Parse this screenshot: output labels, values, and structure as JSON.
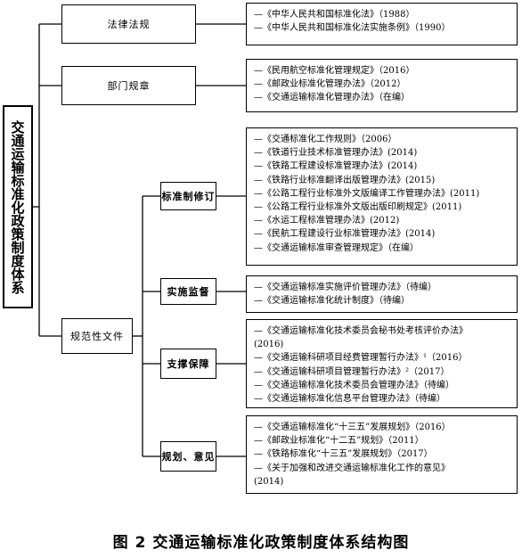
{
  "root": "交通运输标准化政策制度体系",
  "level1": {
    "laws": "法律法规",
    "rules": "部门规章",
    "norms": "规范性文件"
  },
  "level2": {
    "making": "标准制修订",
    "supervision": "实施监督",
    "support": "支撑保障",
    "planning": "规划、意见"
  },
  "laws_items": [
    "—《中华人民共和国标准化法》（1988）",
    "—《中华人民共和国标准化法实施条例》（1990）"
  ],
  "rules_items": [
    "—《民用航空标准化管理规定》（2016）",
    "—《邮政业标准化管理办法》（2012）",
    "—《交通运输标准化管理办法》（在编）"
  ],
  "making_items": [
    "—《交通标准化工作规则》（2006）",
    "—《铁道行业技术标准管理办法》(2014)",
    "—《铁路工程建设标准管理办法》(2014)",
    "—《铁路行业标准翻译出版管理办法》(2015)",
    "—《公路工程行业标准外文版编译工作管理办法》(2011)",
    "—《公路工程行业标准外文版出版印刷规定》(2011)",
    "—《水运工程标准管理办法》(2012)",
    "—《民航工程建设行业标准管理办法》(2014)",
    "—《交通运输标准审查管理规定》（在编）"
  ],
  "supervision_items": [
    "—《交通运输标准实施评价管理办法》（待编）",
    "—《交通运输标准化统计制度》（待编）"
  ],
  "support_items": [
    "—《交通运输标准化技术委员会秘书处考核评价办法》",
    "(2016)",
    "—《交通运输科研项目经费管理暂行办法》¹（2016）",
    "—《交通运输科研项目管理暂行办法》²（2017）",
    "—《交通运输标准化技术委员会管理办法》（待编）",
    "—《交通运输标准化信息平台管理办法》（待编）"
  ],
  "planning_items": [
    "—《交通运输标准化“十三五”发展规划》（2016）",
    "—《邮政业标准化“十二五”规划》（2011）",
    "—《铁路标准化“十三五”发展规划》（2017）",
    "—《关于加强和改进交通运输标准化工作的意见》",
    "(2014)"
  ],
  "caption": "图 2    交通运输标准化政策制度体系结构图"
}
